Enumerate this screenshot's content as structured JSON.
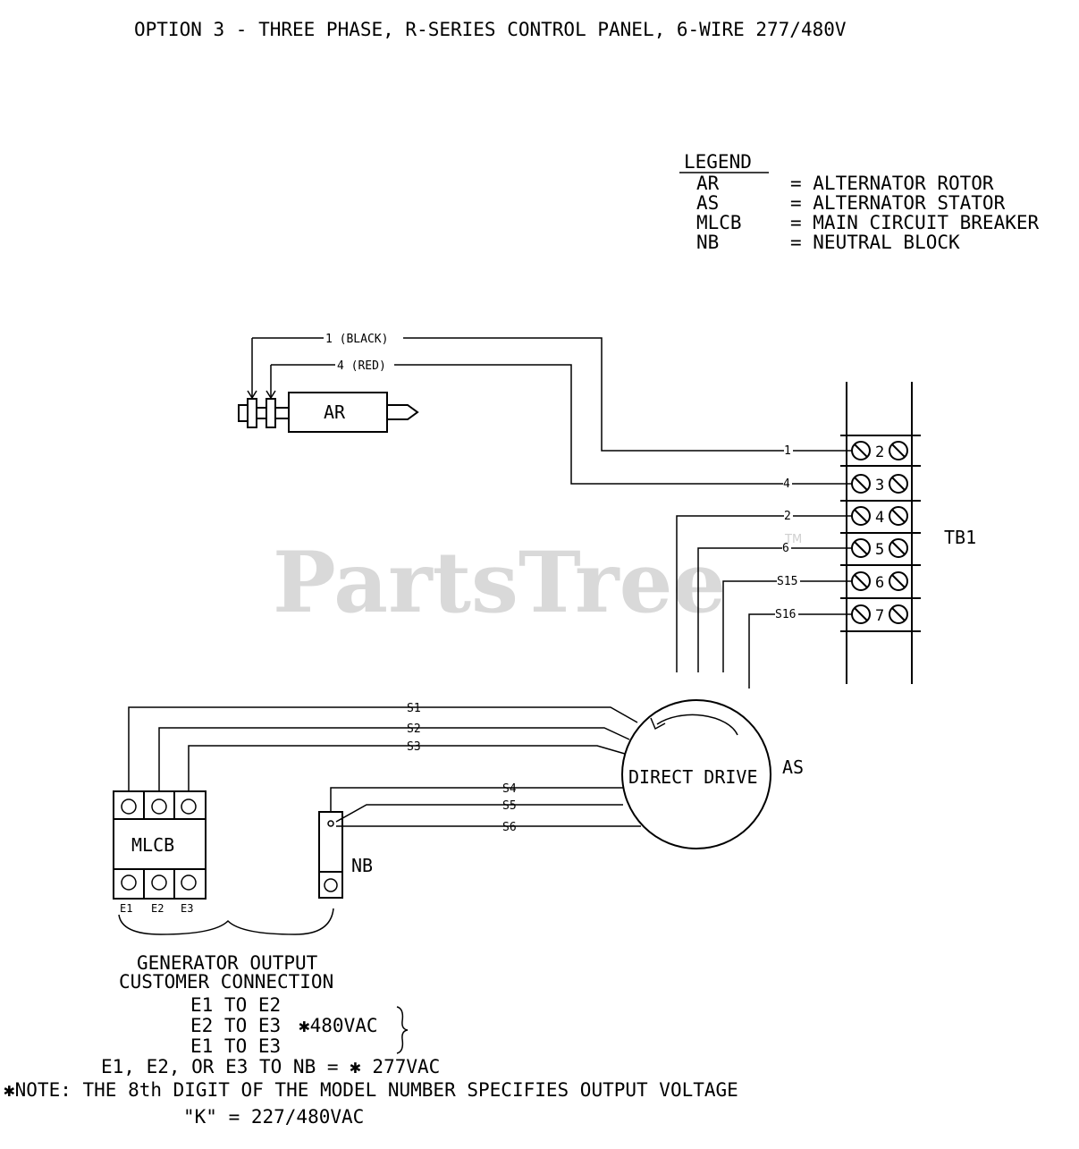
{
  "title": "OPTION 3 - THREE PHASE, R-SERIES CONTROL PANEL, 6-WIRE 277/480V",
  "watermark": {
    "text": "PartsTree",
    "mark": "TM"
  },
  "legend": {
    "heading": "LEGEND",
    "items": [
      {
        "code": "AR",
        "desc": "= ALTERNATOR ROTOR"
      },
      {
        "code": "AS",
        "desc": "= ALTERNATOR STATOR"
      },
      {
        "code": "MLCB",
        "desc": "= MAIN CIRCUIT BREAKER"
      },
      {
        "code": "NB",
        "desc": "= NEUTRAL BLOCK"
      }
    ]
  },
  "rotor": {
    "label": "AR",
    "wire_black": "1 (BLACK)",
    "wire_red": "4 (RED)"
  },
  "terminal_block": {
    "label": "TB1",
    "terminals": [
      {
        "num": "2",
        "wire": "1"
      },
      {
        "num": "3",
        "wire": "4"
      },
      {
        "num": "4",
        "wire": "2"
      },
      {
        "num": "5",
        "wire": "6"
      },
      {
        "num": "6",
        "wire": "S15"
      },
      {
        "num": "7",
        "wire": "S16"
      }
    ]
  },
  "stator": {
    "label": "AS",
    "inner_label": "DIRECT DRIVE",
    "wires": [
      "S1",
      "S2",
      "S3",
      "S4",
      "S5",
      "S6"
    ]
  },
  "breaker": {
    "label": "MLCB",
    "terminals": [
      "E1",
      "E2",
      "E3"
    ]
  },
  "neutral_block": {
    "label": "NB"
  },
  "notes": {
    "output_line1": "GENERATOR OUTPUT",
    "output_line2": "CUSTOMER CONNECTION",
    "pair1": "E1 TO E2",
    "pair2": "E2 TO E3",
    "voltage_480": "✱480VAC",
    "pair3": "E1 TO E3",
    "to_nb": "E1, E2, OR E3 TO NB = ✱ 277VAC",
    "model_note": "✱NOTE: THE 8th DIGIT OF THE MODEL NUMBER SPECIFIES OUTPUT VOLTAGE",
    "k_note": "\"K\" = 227/480VAC"
  }
}
